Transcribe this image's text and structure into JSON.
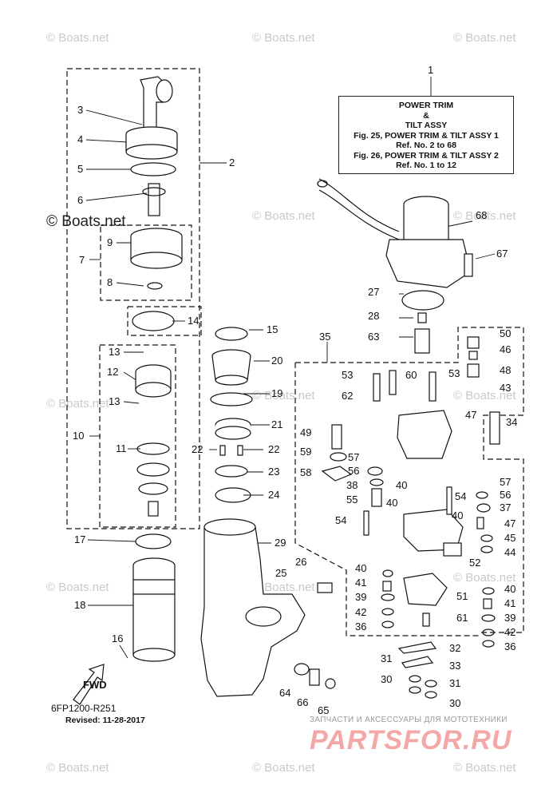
{
  "title_box": {
    "line1": "POWER TRIM",
    "line2": "&",
    "line3": "TILT ASSY",
    "line4": "Fig. 25, POWER TRIM & TILT ASSY 1",
    "line5": "Ref. No. 2 to 68",
    "line6": "Fig. 26, POWER TRIM & TILT ASSY 2",
    "line7": "Ref. No. 1 to 12"
  },
  "figure_id": "6FP1200-R251",
  "revised": "Revised: 11-28-2017",
  "fwd_label": "FWD",
  "watermark": "© Boats.net",
  "watermark_big": "© Boats.net",
  "brand_sub": "ЗАПЧАСТИ И АКСЕССУАРЫ ДЛЯ МОТОТЕХНИКИ",
  "brand": "PARTSFOR.RU",
  "callouts": [
    "1",
    "2",
    "3",
    "4",
    "5",
    "6",
    "7",
    "8",
    "9",
    "10",
    "11",
    "12",
    "13",
    "13",
    "14",
    "15",
    "16",
    "17",
    "18",
    "19",
    "20",
    "21",
    "22",
    "22",
    "23",
    "24",
    "25",
    "26",
    "27",
    "28",
    "29",
    "30",
    "30",
    "31",
    "31",
    "32",
    "33",
    "34",
    "35",
    "36",
    "36",
    "37",
    "38",
    "39",
    "39",
    "40",
    "40",
    "40",
    "40",
    "40",
    "41",
    "41",
    "42",
    "42",
    "43",
    "44",
    "45",
    "46",
    "47",
    "47",
    "48",
    "49",
    "50",
    "51",
    "52",
    "53",
    "53",
    "54",
    "54",
    "55",
    "56",
    "56",
    "57",
    "57",
    "58",
    "59",
    "60",
    "61",
    "62",
    "63",
    "64",
    "65",
    "66",
    "67",
    "68"
  ],
  "colors": {
    "line": "#111111",
    "watermark": "#c9c9c9",
    "brand": "#e63c3c"
  }
}
